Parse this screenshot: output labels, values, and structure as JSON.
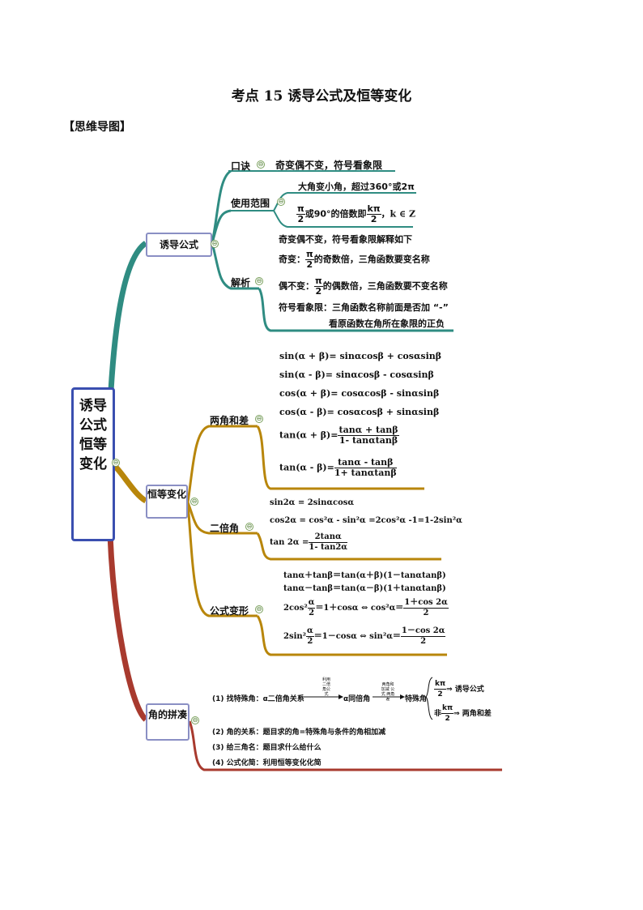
{
  "title": "考点 15  诱导公式及恒等变化",
  "section": "【思维导图】",
  "central": "诱导公式恒等变化",
  "colors": {
    "teal": "#2f8c82",
    "gold": "#b8860b",
    "red": "#a83a2e",
    "frame": "#3a4fb0"
  },
  "collapse_icon": "⊖",
  "branch1": {
    "label": "诱导公式",
    "koujue": {
      "label": "口诀",
      "text": "奇变偶不变，符号看象限"
    },
    "fanwei": {
      "label": "使用范围",
      "line1": "大角变小角，超过360°或2π",
      "line2_pre": "或90°的倍数即",
      "pi": "π",
      "two": "2",
      "kpi": "kπ",
      "line2_post": "，k ∈ Z"
    },
    "jiexi": {
      "label": "解析",
      "l1": "奇变偶不变，符号看象限解释如下",
      "l2_pre": "奇变：",
      "l2_post": "的奇数倍，三角函数要变名称",
      "l3_pre": "偶不变：",
      "l3_post": "的偶数倍，三角函数要不变名称",
      "l4": "符号看象限：三角函数名称前面是否加 “-”",
      "l5": "看原函数在角所在象限的正负"
    }
  },
  "branch2": {
    "label": "恒等变化",
    "lianghe": {
      "label": "两角和差",
      "f1": "sin(α + β)= sinαcosβ + cosαsinβ",
      "f2": "sin(α - β)= sinαcosβ - cosαsinβ",
      "f3": "cos(α + β)= cosαcosβ - sinαsinβ",
      "f4": "cos(α - β)= cosαcosβ + sinαsinβ",
      "f5_l": "tan(α + β)=",
      "f5_n": "tanα + tanβ",
      "f5_d": "1- tanαtanβ",
      "f6_l": "tan(α - β)=",
      "f6_n": "tanα - tanβ",
      "f6_d": "1+ tanαtanβ"
    },
    "erbei": {
      "label": "二倍角",
      "f1": "sin2α = 2sinαcosα",
      "f2": "cos2α = cos²α - sin²α =2cos²α -1=1-2sin²α",
      "f3_l": "tan 2α =",
      "f3_n": "2tanα",
      "f3_d": "1- tan2α"
    },
    "bianxing": {
      "label": "公式变形",
      "f1": "tanα＋tanβ＝tan(α＋β)(1－tanαtanβ)",
      "f2": "tanα－tanβ＝tan(α－β)(1＋tanαtanβ)",
      "f3_a": "2cos²",
      "f3_b": "＝1＋cosα ⇔ cos²α＝",
      "f3_n": "1＋cos 2α",
      "f3_d": "2",
      "f4_a": "2sin²",
      "f4_b": "＝1－cosα ⇔ sin²α＝",
      "f4_n": "1－cos 2α",
      "f4_d": "2",
      "alpha": "α",
      "two": "2"
    }
  },
  "branch3": {
    "label": "角的拼凑",
    "l1_a": "(1) 找特殊角：α二倍角关系",
    "l1_arrow1": "利用二倍角公式",
    "l1_b": "α同倍角",
    "l1_arrow2": "两角和加减 公式 两角差",
    "l1_c": "特殊角",
    "l1_r1_num": "kπ",
    "l1_r1_den": "2",
    "l1_r1_text": "⇒ 诱导公式",
    "l1_r2_pre": "非",
    "l1_r2_num": "kπ",
    "l1_r2_den": "2",
    "l1_r2_text": "⇒ 两角和差",
    "l2": "(2) 角的关系：题目求的角=特殊角与条件的角相加减",
    "l3": "(3) 给三角名：题目求什么给什么",
    "l4": "(4) 公式化简：利用恒等变化化简"
  }
}
